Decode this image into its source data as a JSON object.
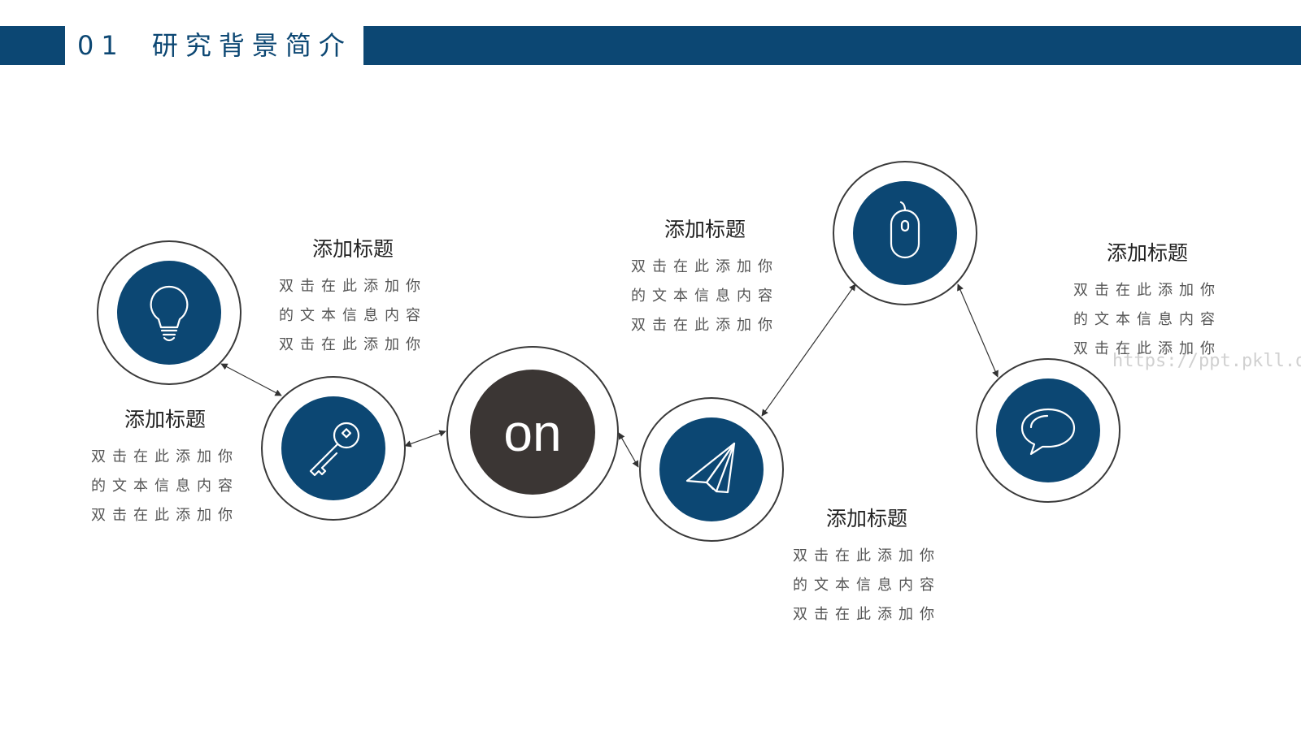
{
  "header": {
    "number": "01",
    "title": "研究背景简介",
    "color": "#0c4773"
  },
  "center_node": {
    "label": "on",
    "fill": "#3b3634"
  },
  "nodes": [
    {
      "icon": "lightbulb-icon"
    },
    {
      "icon": "key-icon"
    },
    {
      "icon": "paper-plane-icon"
    },
    {
      "icon": "mouse-icon"
    },
    {
      "icon": "speech-bubble-icon"
    }
  ],
  "text_blocks": [
    {
      "title": "添加标题",
      "lines": [
        "双击在此添加你",
        "的文本信息内容",
        "双击在此添加你"
      ]
    },
    {
      "title": "添加标题",
      "lines": [
        "双击在此添加你",
        "的文本信息内容",
        "双击在此添加你"
      ]
    },
    {
      "title": "添加标题",
      "lines": [
        "双击在此添加你",
        "的文本信息内容",
        "双击在此添加你"
      ]
    },
    {
      "title": "添加标题",
      "lines": [
        "双击在此添加你",
        "的文本信息内容",
        "双击在此添加你"
      ]
    },
    {
      "title": "添加标题",
      "lines": [
        "双击在此添加你",
        "的文本信息内容",
        "双击在此添加你"
      ]
    }
  ],
  "watermark": "https://ppt.pkll.de",
  "colors": {
    "accent": "#0c4773",
    "ring": "#3a3a3a",
    "center": "#3b3634"
  }
}
